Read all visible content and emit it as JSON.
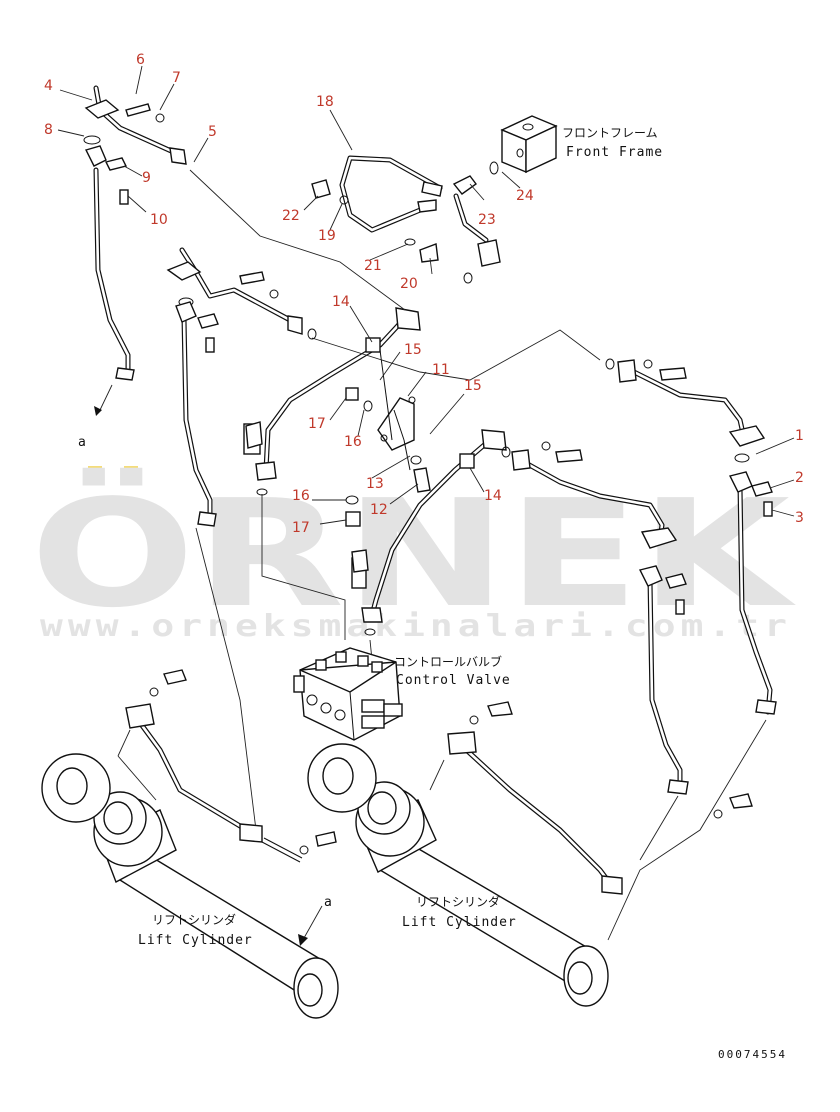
{
  "watermark": {
    "brand": "ÖRNEK",
    "url": "www.orneksmakinalari.com.tr"
  },
  "labels": {
    "front_frame_jp": "フロントフレーム",
    "front_frame_en": "Front Frame",
    "control_valve_jp": "コントロールバルブ",
    "control_valve_en": "Control Valve",
    "lift_cylinder_jp": "リフトシリンダ",
    "lift_cylinder_en": "Lift Cylinder",
    "ref_a": "a",
    "drawing_code": "00074554"
  },
  "callouts": [
    "1",
    "2",
    "3",
    "4",
    "5",
    "6",
    "7",
    "8",
    "9",
    "10",
    "11",
    "12",
    "13",
    "14",
    "14",
    "15",
    "15",
    "16",
    "16",
    "17",
    "17",
    "18",
    "19",
    "20",
    "21",
    "22",
    "23",
    "24"
  ]
}
